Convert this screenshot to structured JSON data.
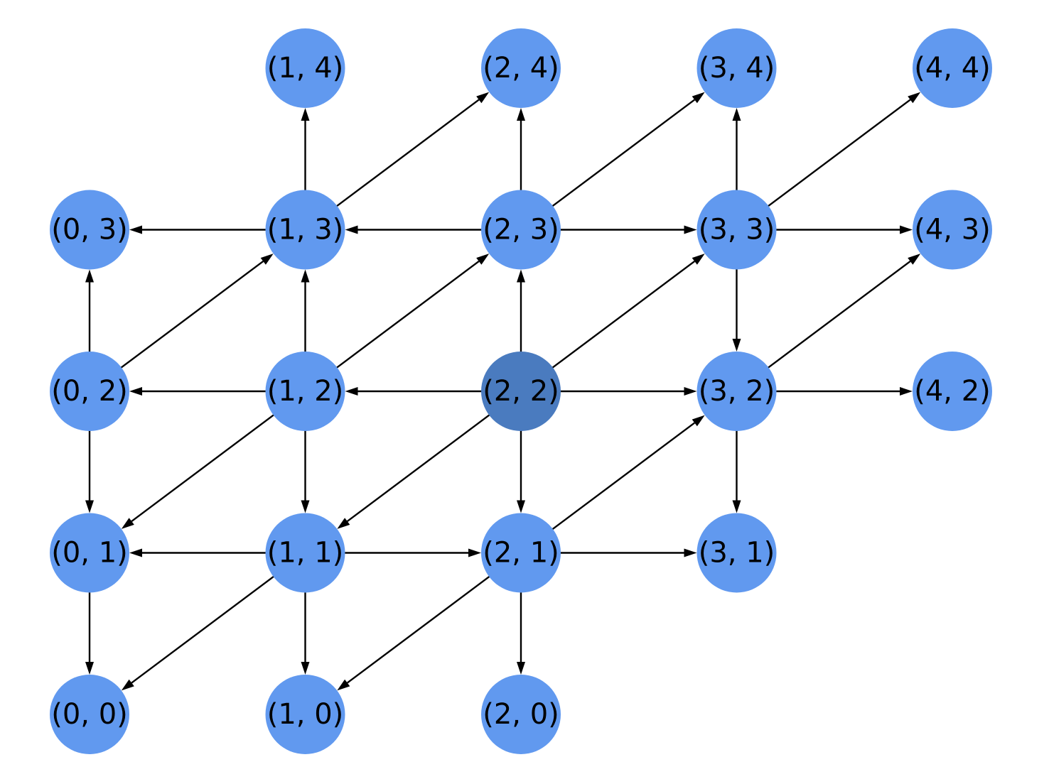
{
  "graph": {
    "type": "directed grid graph",
    "colors": {
      "node": "#6199ef",
      "highlighted_node": "#4a7bbf",
      "edge": "#000000",
      "label": "#000000"
    },
    "highlighted": "(2, 2)",
    "nodes": [
      {
        "label": "(1, 4)",
        "gx": 1,
        "gy": 4
      },
      {
        "label": "(2, 4)",
        "gx": 2,
        "gy": 4
      },
      {
        "label": "(3, 4)",
        "gx": 3,
        "gy": 4
      },
      {
        "label": "(4, 4)",
        "gx": 4,
        "gy": 4
      },
      {
        "label": "(0, 3)",
        "gx": 0,
        "gy": 3
      },
      {
        "label": "(1, 3)",
        "gx": 1,
        "gy": 3
      },
      {
        "label": "(2, 3)",
        "gx": 2,
        "gy": 3
      },
      {
        "label": "(3, 3)",
        "gx": 3,
        "gy": 3
      },
      {
        "label": "(4, 3)",
        "gx": 4,
        "gy": 3
      },
      {
        "label": "(0, 2)",
        "gx": 0,
        "gy": 2
      },
      {
        "label": "(1, 2)",
        "gx": 1,
        "gy": 2
      },
      {
        "label": "(2, 2)",
        "gx": 2,
        "gy": 2
      },
      {
        "label": "(3, 2)",
        "gx": 3,
        "gy": 2
      },
      {
        "label": "(4, 2)",
        "gx": 4,
        "gy": 2
      },
      {
        "label": "(0, 1)",
        "gx": 0,
        "gy": 1
      },
      {
        "label": "(1, 1)",
        "gx": 1,
        "gy": 1
      },
      {
        "label": "(2, 1)",
        "gx": 2,
        "gy": 1
      },
      {
        "label": "(3, 1)",
        "gx": 3,
        "gy": 1
      },
      {
        "label": "(0, 0)",
        "gx": 0,
        "gy": 0
      },
      {
        "label": "(1, 0)",
        "gx": 1,
        "gy": 0
      },
      {
        "label": "(2, 0)",
        "gx": 2,
        "gy": 0
      }
    ],
    "edges": [
      [
        "(1, 3)",
        "(1, 4)"
      ],
      [
        "(1, 3)",
        "(2, 4)"
      ],
      [
        "(2, 3)",
        "(2, 4)"
      ],
      [
        "(2, 3)",
        "(3, 4)"
      ],
      [
        "(3, 3)",
        "(3, 4)"
      ],
      [
        "(3, 3)",
        "(4, 4)"
      ],
      [
        "(1, 3)",
        "(0, 3)"
      ],
      [
        "(2, 3)",
        "(1, 3)"
      ],
      [
        "(2, 3)",
        "(3, 3)"
      ],
      [
        "(3, 3)",
        "(4, 3)"
      ],
      [
        "(3, 3)",
        "(3, 2)"
      ],
      [
        "(0, 2)",
        "(0, 3)"
      ],
      [
        "(0, 2)",
        "(1, 3)"
      ],
      [
        "(1, 2)",
        "(1, 3)"
      ],
      [
        "(1, 2)",
        "(2, 3)"
      ],
      [
        "(2, 2)",
        "(2, 3)"
      ],
      [
        "(2, 2)",
        "(3, 3)"
      ],
      [
        "(3, 2)",
        "(4, 3)"
      ],
      [
        "(1, 2)",
        "(0, 2)"
      ],
      [
        "(2, 2)",
        "(1, 2)"
      ],
      [
        "(2, 2)",
        "(3, 2)"
      ],
      [
        "(3, 2)",
        "(4, 2)"
      ],
      [
        "(0, 2)",
        "(0, 1)"
      ],
      [
        "(1, 2)",
        "(0, 1)"
      ],
      [
        "(1, 2)",
        "(1, 1)"
      ],
      [
        "(2, 2)",
        "(1, 1)"
      ],
      [
        "(2, 2)",
        "(2, 1)"
      ],
      [
        "(3, 2)",
        "(3, 1)"
      ],
      [
        "(2, 1)",
        "(3, 2)"
      ],
      [
        "(1, 1)",
        "(0, 1)"
      ],
      [
        "(1, 1)",
        "(2, 1)"
      ],
      [
        "(2, 1)",
        "(3, 1)"
      ],
      [
        "(0, 1)",
        "(0, 0)"
      ],
      [
        "(1, 1)",
        "(0, 0)"
      ],
      [
        "(1, 1)",
        "(1, 0)"
      ],
      [
        "(2, 1)",
        "(1, 0)"
      ],
      [
        "(2, 1)",
        "(2, 0)"
      ]
    ]
  }
}
